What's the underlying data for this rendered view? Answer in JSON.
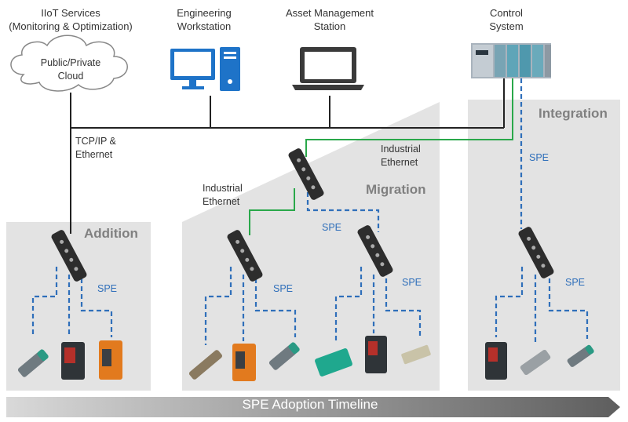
{
  "top": {
    "iiot": "IIoT Services\n(Monitoring & Optimization)",
    "cloud": "Public/Private\nCloud",
    "engineering": "Engineering\nWorkstation",
    "asset": "Asset Management\nStation",
    "control": "Control\nSystem"
  },
  "network": {
    "tcpip": "TCP/IP &\nEthernet",
    "industrial_ethernet_right": "Industrial\nEthernet",
    "industrial_ethernet_left": "Industrial\nEthernet"
  },
  "zones": {
    "addition": "Addition",
    "migration": "Migration",
    "integration": "Integration"
  },
  "spe_label": "SPE",
  "timeline": "SPE Adoption Timeline",
  "colors": {
    "spe_line": "#2f6fba",
    "ethernet_green": "#2aa84a",
    "backbone": "#222222",
    "zone_fill": "#e3e3e3",
    "timeline": "#6e6e6e"
  }
}
